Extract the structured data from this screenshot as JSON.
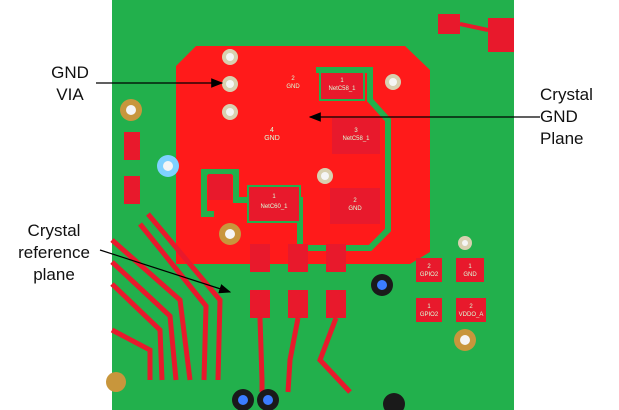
{
  "callouts": {
    "gnd_via": [
      "GND",
      "VIA"
    ],
    "crystal_gnd_plane": [
      "Crystal",
      "GND",
      "Plane"
    ],
    "crystal_reference_plane": [
      "Crystal",
      "reference",
      "plane"
    ]
  },
  "pcb": {
    "nets": {
      "gnd_pad_2": "2",
      "gnd_pad_2_net": "GND",
      "netc58_pad_1": "1",
      "netc58_pad_1_net": "NetC58_1",
      "gnd_pad_4": "4",
      "gnd_pad_4_net": "GND",
      "netc58_pad_3": "3",
      "netc58_pad_3_net": "NetC58_1",
      "netc60_pad_1": "1",
      "netc60_pad_1_net": "NetC60_1",
      "gnd_pad_2b": "2",
      "gnd_pad_2b_net": "GND",
      "gpio2_pad": "2",
      "gpio2_net": "GPIO2",
      "gpio_pad_1": "1",
      "gpio_net": "GPIO2",
      "gnd_right_pad": "1",
      "gnd_right_net": "GND",
      "vddo_pad": "2",
      "vddo_net": "VDDO_A"
    }
  },
  "colors": {
    "board": "#22b04c",
    "copper": "#ff1a1a",
    "pad": "#e8192c",
    "via_ring": "#c8963c",
    "via_blue": "#7fd1ff",
    "via_black": "#1a1a1a"
  }
}
